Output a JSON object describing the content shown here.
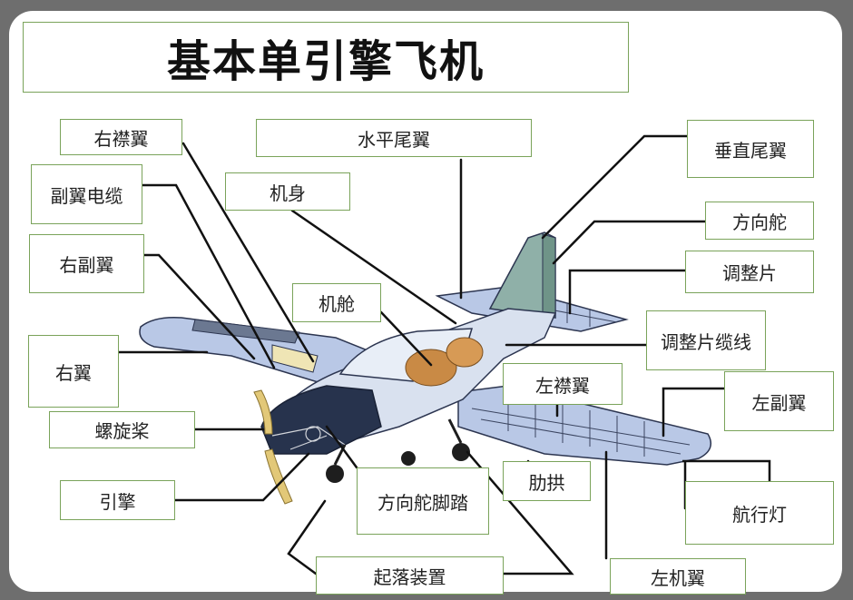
{
  "title": "基本单引擎飞机",
  "labels": {
    "right_flap": "右襟翼",
    "horizontal_stabilizer": "水平尾翼",
    "vertical_stabilizer": "垂直尾翼",
    "aileron_cable": "副翼电缆",
    "fuselage": "机身",
    "rudder": "方向舵",
    "right_aileron": "右副翼",
    "trim_tab": "调整片",
    "cabin": "机舱",
    "trim_tab_cable": "调整片缆线",
    "right_wing": "右翼",
    "left_flap": "左襟翼",
    "left_aileron": "左副翼",
    "propeller": "螺旋桨",
    "rib": "肋拱",
    "rudder_pedals": "方向舵脚踏",
    "engine": "引擎",
    "navigation_light": "航行灯",
    "landing_gear": "起落装置",
    "left_wing": "左机翼"
  },
  "colors": {
    "background": "#6e6e6e",
    "panel": "#ffffff",
    "label_border": "#7aa35a",
    "wing_fill": "#b9c8e6",
    "fuselage_dark": "#27334d",
    "cabin_seat": "#c98a45",
    "tail_fin": "#8fb0a8",
    "leader_line": "#111111"
  }
}
